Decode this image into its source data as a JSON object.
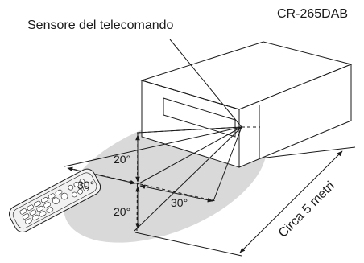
{
  "diagram": {
    "model_label": "CR-265DAB",
    "sensor_label": "Sensore del telecomando",
    "distance_label": "Circa 5 metri",
    "angles": {
      "vertical_up": "20°",
      "vertical_down": "20°",
      "horizontal_left": "30°",
      "horizontal_right": "30°"
    },
    "colors": {
      "ellipse_fill": "#d9d9d9",
      "line": "#1a1a1a",
      "remote_fill": "#f2f2f2"
    }
  }
}
